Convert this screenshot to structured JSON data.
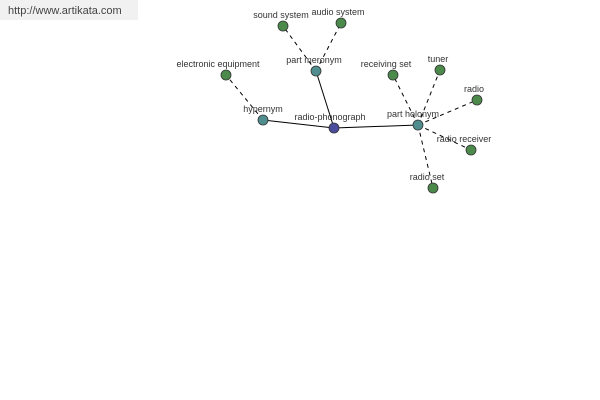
{
  "banner": {
    "url_text": "http://www.artikata.com"
  },
  "colors": {
    "center_node": "#4b4c9b",
    "relation_node": "#4f8d8e",
    "leaf_node": "#4c8a4c",
    "edge": "#000000"
  },
  "graph": {
    "center": {
      "label": "radio-phonograph"
    },
    "relations": [
      {
        "id": "hypernym",
        "label": "hypernym",
        "children": [
          {
            "id": "electronic-equipment",
            "label": "electronic equipment"
          }
        ]
      },
      {
        "id": "part-meronym",
        "label": "part meronym",
        "children": [
          {
            "id": "sound-system",
            "label": "sound system"
          },
          {
            "id": "audio-system",
            "label": "audio system"
          }
        ]
      },
      {
        "id": "part-holonym",
        "label": "part holonym",
        "children": [
          {
            "id": "receiving-set",
            "label": "receiving set"
          },
          {
            "id": "tuner",
            "label": "tuner"
          },
          {
            "id": "radio",
            "label": "radio"
          },
          {
            "id": "radio-receiver",
            "label": "radio receiver"
          },
          {
            "id": "radio-set",
            "label": "radio set"
          }
        ]
      }
    ]
  }
}
